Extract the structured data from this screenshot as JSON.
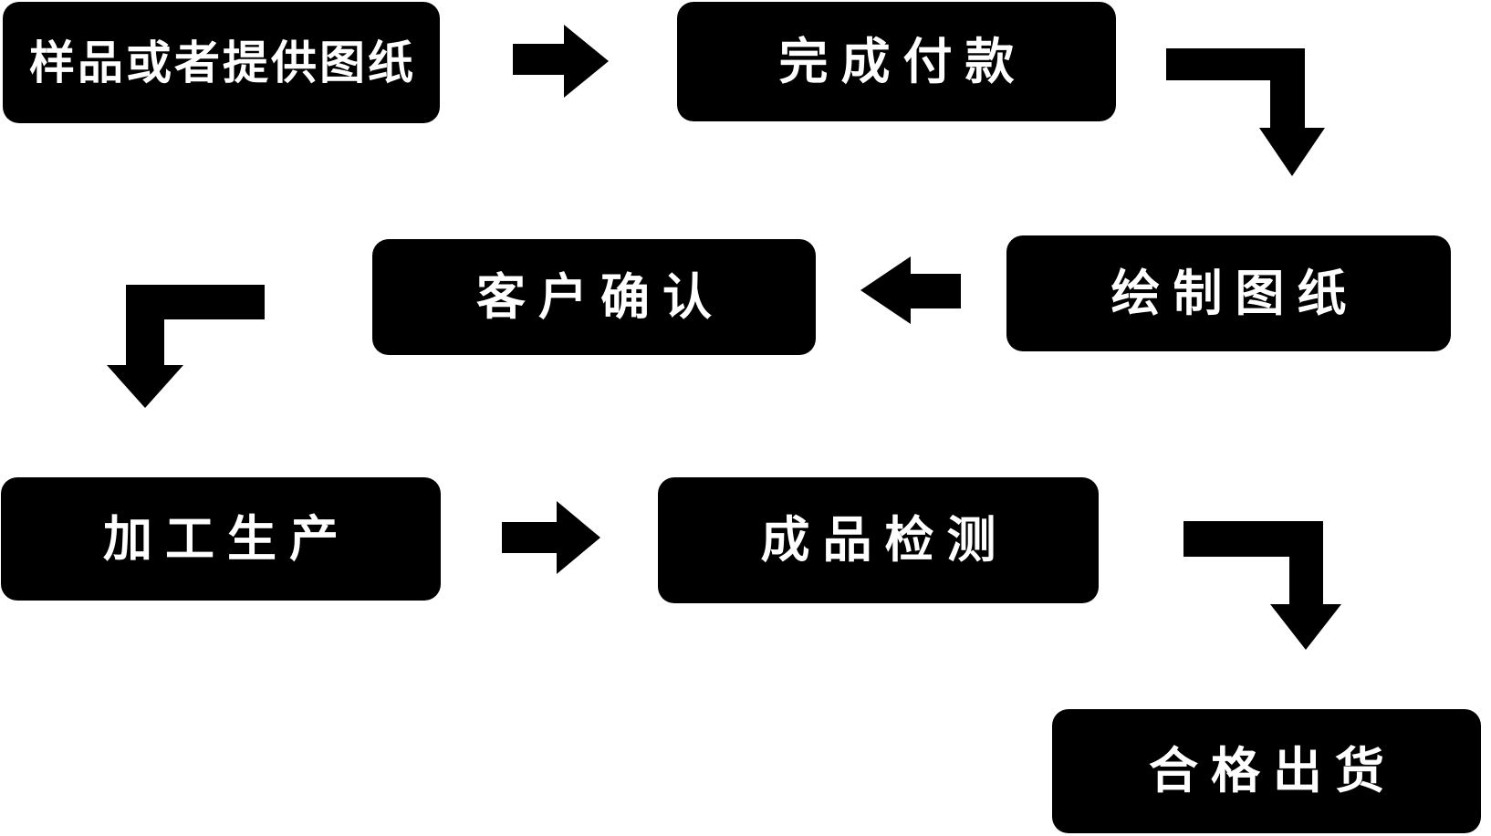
{
  "diagram": {
    "type": "flowchart",
    "background_color": "#ffffff",
    "colors": {
      "node_background": "#000000",
      "node_text": "#ffffff",
      "arrow": "#000000"
    },
    "nodes": [
      {
        "id": "sample",
        "label": "样品或者提供图纸"
      },
      {
        "id": "payment",
        "label": "完成付款"
      },
      {
        "id": "drawing",
        "label": "绘制图纸"
      },
      {
        "id": "confirm",
        "label": "客户确认"
      },
      {
        "id": "production",
        "label": "加工生产"
      },
      {
        "id": "inspection",
        "label": "成品检测"
      },
      {
        "id": "shipment",
        "label": "合格出货"
      }
    ],
    "connections": [
      {
        "from": "样品或者提供图纸",
        "to": "完成付款",
        "shape": "straight-right-arrow"
      },
      {
        "from": "完成付款",
        "to": "绘制图纸",
        "shape": "elbow-right-then-down-arrow"
      },
      {
        "from": "绘制图纸",
        "to": "客户确认",
        "shape": "straight-left-arrow"
      },
      {
        "from": "客户确认",
        "to": "加工生产",
        "shape": "elbow-left-then-down-arrow"
      },
      {
        "from": "加工生产",
        "to": "成品检测",
        "shape": "straight-right-arrow"
      },
      {
        "from": "成品检测",
        "to": "合格出货",
        "shape": "elbow-right-then-down-arrow"
      }
    ]
  }
}
